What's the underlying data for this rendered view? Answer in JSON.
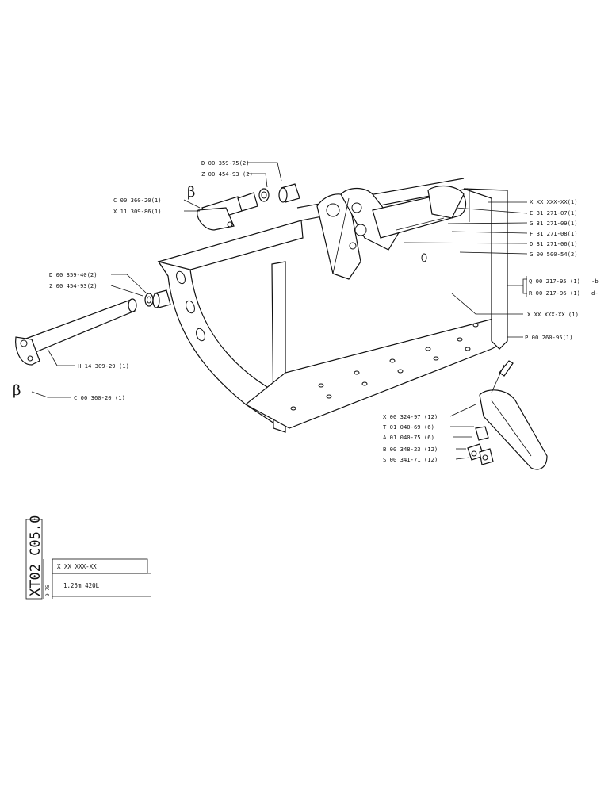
{
  "parts": {
    "p1": "D 00 359-75(2)",
    "p2": "Z 00 454-93 (2)",
    "p3": "C 00 360-20(1)",
    "p4": "X 11 309-86(1)",
    "p5": "X XX XXX-XX(1)",
    "p6": "E 31 271-07(1)",
    "p7": "G 31 271-09(1)",
    "p8": "F 31 271-08(1)",
    "p9": "D 31 271-06(1)",
    "p10": "G 00 500-54(2)",
    "p11": "Q 00 217-95 (1)",
    "p12": "R 00 217-96 (1)",
    "p13": "X XX XXX-XX (1)",
    "p14": "P 00 260-95(1)",
    "p15": "D 00 359-40(2)",
    "p16": "Z 00 454-93(2)",
    "p17": "H 14 309-29 (1)",
    "p18": "C 00 360-20 (1)",
    "p19": "X 00 324-97 (12)",
    "p20": "T 01 040-69 (6)",
    "p21": "A 01 040-75 (6)",
    "p22": "B 00 348-23 (12)",
    "p23": "S 00 341-71 (12)"
  },
  "markers": {
    "beta": "β",
    "b_mark": "-b",
    "d_mark": "d-"
  },
  "title_block": {
    "drawing_code": "XT02 C05.0",
    "date": "9.75",
    "part_number": "X XX XXX-XX",
    "description": "1,25m 420L"
  }
}
